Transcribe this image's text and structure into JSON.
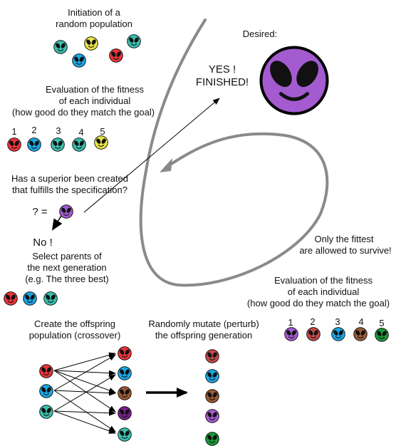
{
  "texts": {
    "init_line1": "Initiation of a",
    "init_line2": "random population",
    "desired": "Desired:",
    "yes": "YES !",
    "finished": "FINISHED!",
    "eval1_line1": "Evaluation of the fitness",
    "eval1_line2": "of each individual",
    "eval1_line3": "(how good do they match the goal)",
    "superior_line1": "Has a superior been created",
    "superior_line2": "that fulfills the specification?",
    "question": "? =",
    "no": "No !",
    "select_line1": "Select parents of",
    "select_line2": "the next generation",
    "select_line3": "(e.g. The three best)",
    "fittest_line1": "Only the fittest",
    "fittest_line2": "are allowed to survive!",
    "eval2_line1": "Evaluation of the fitness",
    "eval2_line2": "of each individual",
    "eval2_line3": "(how good do they match the goal)",
    "crossover_line1": "Create the offspring",
    "crossover_line2": "population (crossover)",
    "mutate_line1": "Randomly mutate (perturb)",
    "mutate_line2": "the offspring generation"
  },
  "ranking1": [
    "1",
    "2",
    "3",
    "4",
    "5"
  ],
  "ranking2": [
    "1",
    "2",
    "3",
    "4",
    "5"
  ],
  "colors": {
    "red": "#e8353b",
    "blue": "#1aa7e6",
    "teal": "#3cbfae",
    "yellow": "#e9e447",
    "purple": "#a45bd0",
    "brown": "#9a5b35",
    "dark_purple": "#7a1f8c",
    "green": "#1a9a3a",
    "rust": "#c24a4a",
    "loop": "#888888"
  },
  "icons": {
    "alien": "alien-face-icon",
    "arrow": "arrow-icon"
  }
}
